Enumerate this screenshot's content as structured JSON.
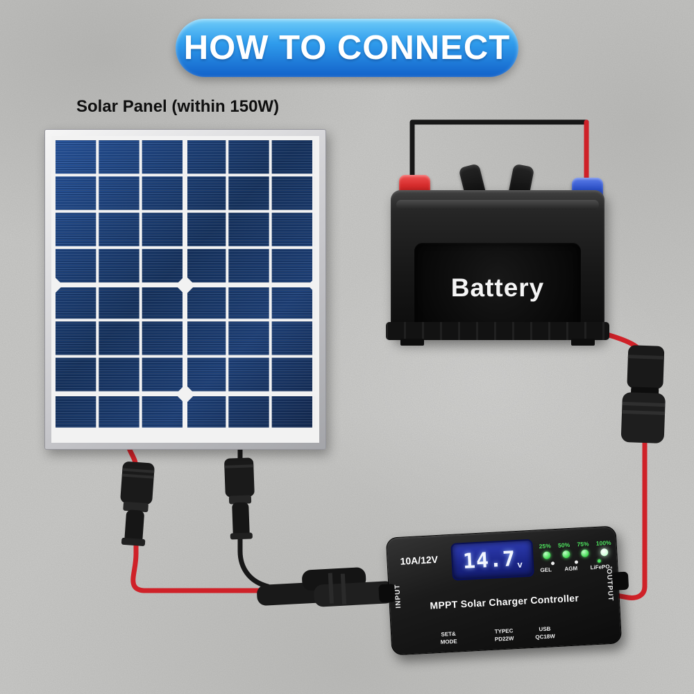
{
  "banner": {
    "title": "HOW TO CONNECT"
  },
  "solar_panel": {
    "label": "Solar Panel (within 150W)"
  },
  "battery": {
    "label": "Battery"
  },
  "controller": {
    "rating": "10A/12V",
    "display": {
      "value": "14.7",
      "unit": "v"
    },
    "charge_levels": [
      "25%",
      "50%",
      "75%",
      "100%"
    ],
    "battery_types": [
      "GEL",
      "AGM",
      "LiFePO₄"
    ],
    "name": "MPPT Solar Charger Controller",
    "input_label": "INPUT",
    "output_label": "OUTPUT",
    "ports": [
      {
        "line1": "SET&",
        "line2": "MODE"
      },
      {
        "line1": "TYPEC",
        "line2": "PD22W"
      },
      {
        "line1": "USB",
        "line2": "QC18W"
      }
    ]
  },
  "colors": {
    "banner_top": "#6fcdf9",
    "banner_bottom": "#1261c9",
    "wire_red": "#cf2128",
    "wire_black": "#171717",
    "cell_blue": "#1c3e75",
    "led_green": "#4ee05e",
    "display_blue": "#1b2688",
    "terminal_red": "#d42a2a",
    "terminal_blue": "#2b50c8"
  }
}
